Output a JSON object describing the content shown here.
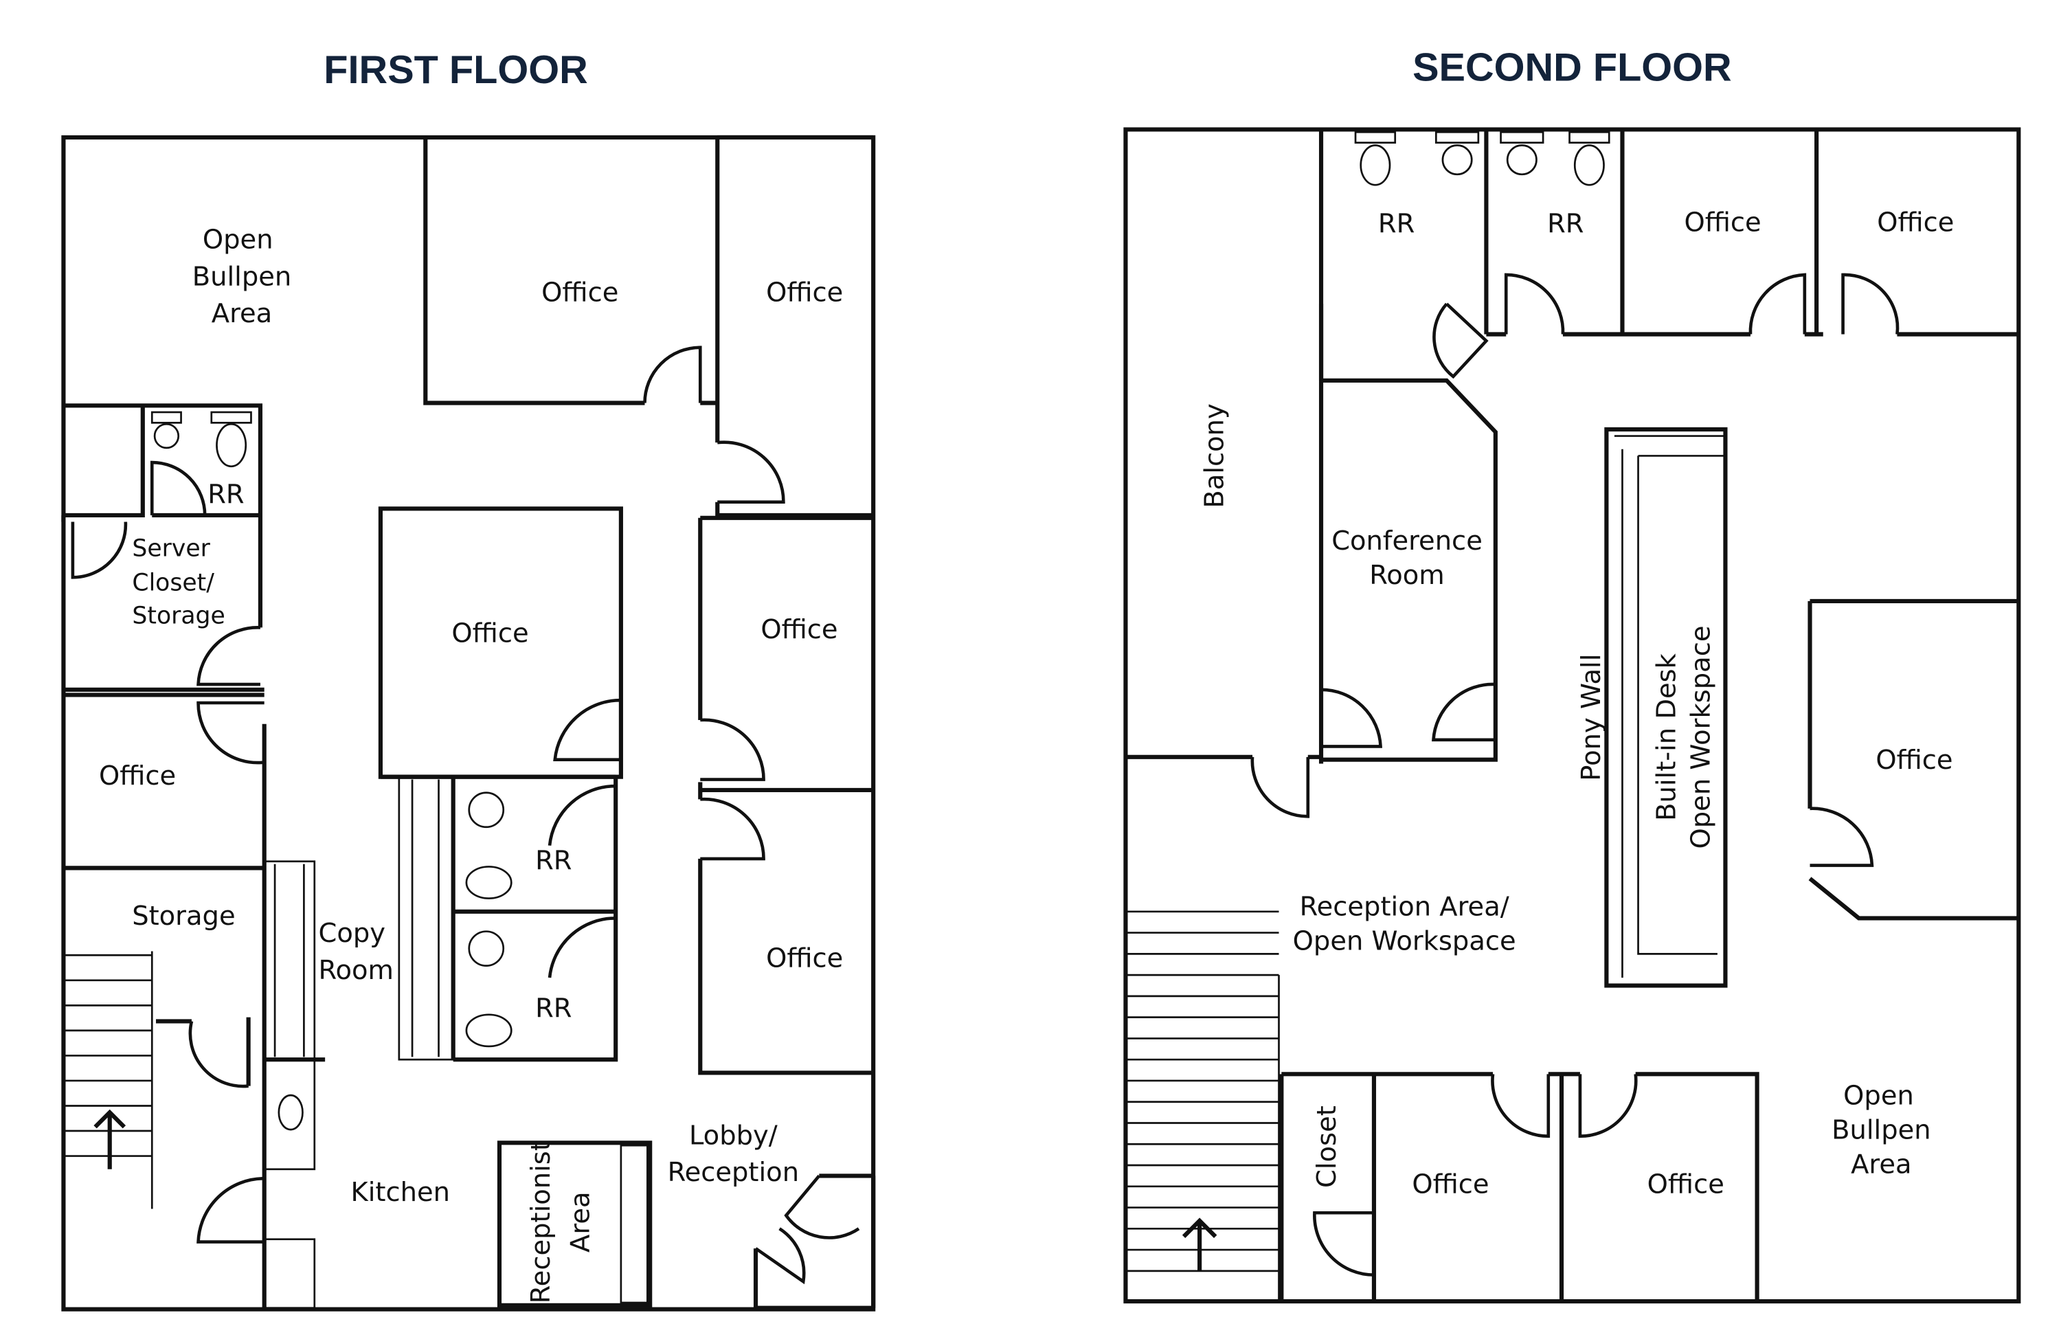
{
  "first_floor": {
    "title": "FIRST FLOOR",
    "rooms": {
      "bullpen": [
        "Open",
        "Bullpen",
        "Area"
      ],
      "office_top_mid": "Office",
      "office_top_right": "Office",
      "rr_top": "RR",
      "server": [
        "Server",
        "Closet/",
        "Storage"
      ],
      "office_center": "Office",
      "office_right_2": "Office",
      "office_left": "Office",
      "rr_1": "RR",
      "rr_2": "RR",
      "storage": "Storage",
      "copy": [
        "Copy",
        "Room"
      ],
      "office_right_3": "Office",
      "kitchen": "Kitchen",
      "receptionist": [
        "Receptionist",
        "Area"
      ],
      "lobby": [
        "Lobby/",
        "Reception"
      ]
    }
  },
  "second_floor": {
    "title": "SECOND FLOOR",
    "rooms": {
      "rr_1": "RR",
      "rr_2": "RR",
      "office_1": "Office",
      "office_2": "Office",
      "balcony": "Balcony",
      "conference": [
        "Conference",
        "Room"
      ],
      "pony_wall": "Pony Wall",
      "desk": [
        "Built-in Desk",
        "Open Workspace"
      ],
      "office_right": "Office",
      "reception": [
        "Reception Area/",
        "Open Workspace"
      ],
      "closet": "Closet",
      "office_bottom_1": "Office",
      "office_bottom_2": "Office",
      "bullpen": [
        "Open",
        "Bullpen",
        "Area"
      ]
    }
  }
}
